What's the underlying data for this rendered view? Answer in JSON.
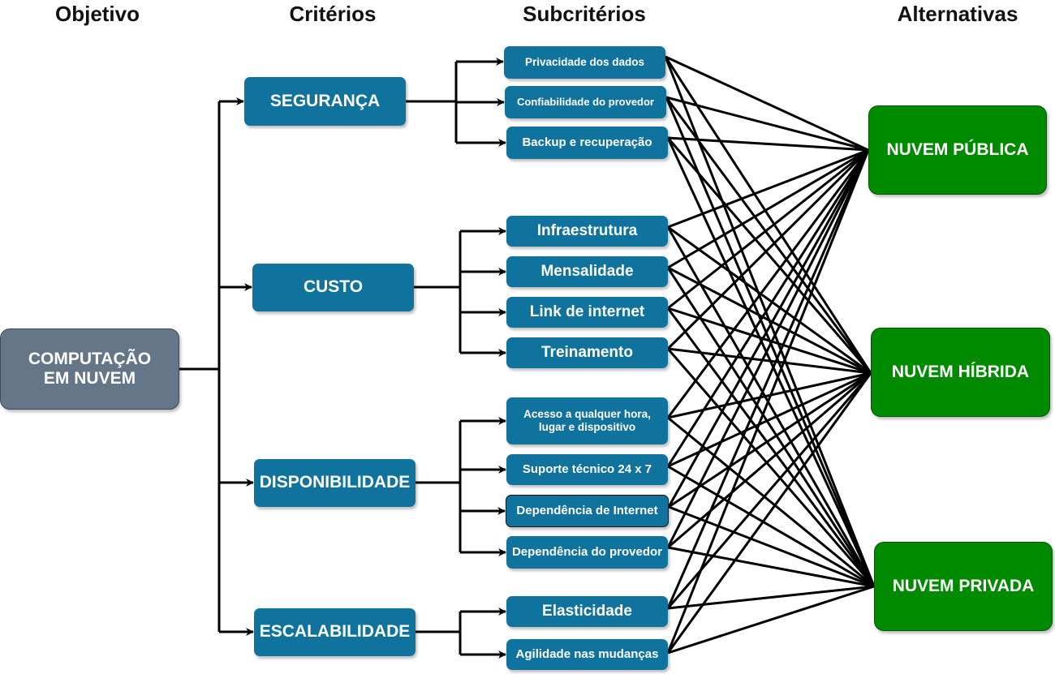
{
  "headers": {
    "objective": "Objetivo",
    "criteria": "Critérios",
    "subcriteria": "Subcritérios",
    "alternatives": "Alternativas"
  },
  "colors": {
    "goal": "#647687",
    "criterion": "#10739e",
    "subcriterion": "#10739e",
    "alternative": "#008a00",
    "connector": "#000000"
  },
  "goal": {
    "line1": "COMPUTAÇÃO",
    "line2": "EM NUVEM"
  },
  "criteria": [
    {
      "id": "seguranca",
      "label": "SEGURANÇA",
      "subcriteria": [
        "Privacidade dos dados",
        "Confiabilidade do provedor",
        "Backup e recuperação"
      ]
    },
    {
      "id": "custo",
      "label": "CUSTO",
      "subcriteria": [
        "Infraestrutura",
        "Mensalidade",
        "Link de internet",
        "Treinamento"
      ]
    },
    {
      "id": "disponibilidade",
      "label": "DISPONIBILIDADE",
      "subcriteria": [
        "Acesso a qualquer hora, lugar e dispositivo",
        "Suporte técnico 24 x 7",
        "Dependência de Internet",
        "Dependência do provedor"
      ]
    },
    {
      "id": "escalabilidade",
      "label": "ESCALABILIDADE",
      "subcriteria": [
        "Elasticidade",
        "Agilidade nas mudanças"
      ]
    }
  ],
  "subcriteria": [
    "Privacidade dos dados",
    "Confiabilidade do provedor",
    "Backup e recuperação",
    "Infraestrutura",
    "Mensalidade",
    "Link de internet",
    "Treinamento",
    "Acesso a qualquer hora,",
    "lugar e dispositivo",
    "Suporte técnico 24 x 7",
    "Dependência de Internet",
    "Dependência do provedor",
    "Elasticidade",
    "Agilidade nas mudanças"
  ],
  "alternatives": [
    "NUVEM PÚBLICA",
    "NUVEM HÍBRIDA",
    "NUVEM PRIVADA"
  ],
  "connections": "every subcriterion connects to every alternative"
}
